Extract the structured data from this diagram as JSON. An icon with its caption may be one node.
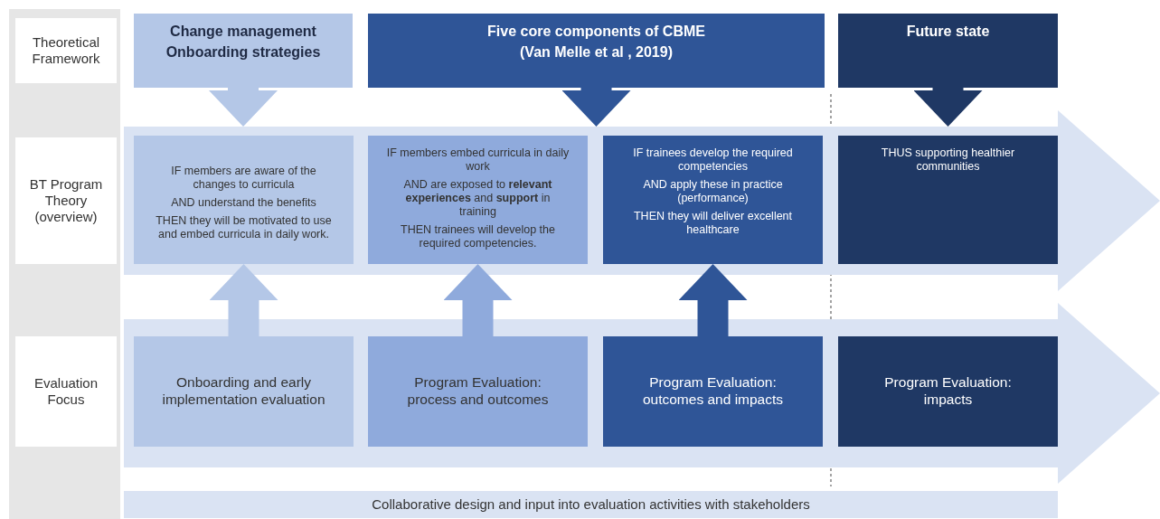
{
  "diagram": {
    "nodes": [
      {
        "text": [
          "Theoretical Framework"
        ]
      },
      {
        "text": [
          "Change management",
          "Onboarding strategies"
        ]
      },
      {
        "text": [
          "Five core components of CBME",
          "(Van Melle et al , 2019)"
        ]
      },
      {
        "text": [
          "Future state"
        ]
      },
      {
        "text": [
          "BT Program Theory (overview)"
        ]
      },
      {
        "text": [],
        "shape": "arrow"
      },
      {
        "text": [
          "IF members are aware of the changes to curricula",
          "AND understand the benefits",
          "THEN they will be motivated to use and embed curricula in daily work."
        ],
        "in": 5
      },
      {
        "text": [
          "IF members embed curricula in daily work",
          "AND are exposed to **relevant experiences** and **support** in training",
          "THEN trainees will develop the required competencies."
        ],
        "in": 5
      },
      {
        "text": [
          "IF trainees develop the required competencies",
          "AND apply these in practice (performance)",
          "THEN they will deliver excellent healthcare"
        ],
        "in": 5
      },
      {
        "text": [
          "THUS supporting healthier communities"
        ],
        "in": 5
      },
      {
        "text": [
          "Evaluation Focus"
        ]
      },
      {
        "text": [],
        "shape": "arrow"
      },
      {
        "text": [
          "Onboarding and early implementation evaluation"
        ],
        "in": 11
      },
      {
        "text": [
          "Program Evaluation: process and outcomes"
        ],
        "in": 11
      },
      {
        "text": [
          "Program Evaluation: outcomes and impacts"
        ],
        "in": 11
      },
      {
        "text": [
          "Program Evaluation: impacts"
        ],
        "in": 11
      },
      {
        "text": [
          "Collaborative design and input into evaluation activities with stakeholders"
        ]
      }
    ],
    "edges": [
      {
        "from": 1,
        "to": 5,
        "arrow": "to",
        "color": "#b4c7e7"
      },
      {
        "from": 2,
        "to": 5,
        "arrow": "to",
        "color": "#2f5597"
      },
      {
        "from": 3,
        "to": 5,
        "arrow": "to",
        "color": "#1f3864"
      },
      {
        "from": 12,
        "to": 6,
        "arrow": "to",
        "color": "#b4c7e7"
      },
      {
        "from": 13,
        "to": 7,
        "arrow": "to",
        "color": "#8faadc"
      },
      {
        "from": 14,
        "to": 8,
        "arrow": "to",
        "color": "#2f5597"
      }
    ]
  }
}
